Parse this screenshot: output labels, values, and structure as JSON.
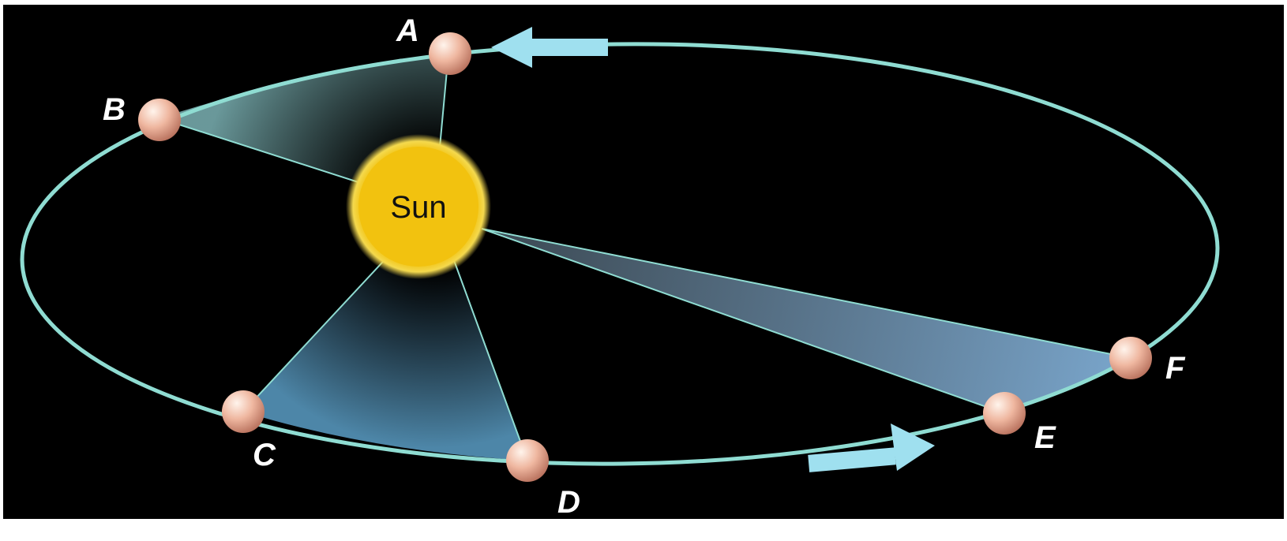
{
  "diagram": {
    "sun": {
      "label": "Sun"
    },
    "planet_positions": [
      {
        "id": "A",
        "label": "A"
      },
      {
        "id": "B",
        "label": "B"
      },
      {
        "id": "C",
        "label": "C"
      },
      {
        "id": "D",
        "label": "D"
      },
      {
        "id": "E",
        "label": "E"
      },
      {
        "id": "F",
        "label": "F"
      }
    ],
    "colors": {
      "background": "#000000",
      "orbit": "#8fdcd2",
      "arrow": "#9fe0ef",
      "sun": "#f2c20f",
      "planet": "#e6a088",
      "sector_ab": "#6fa0a2",
      "sector_cd": "#4d86a8",
      "sector_ef": "#7aa6cc"
    }
  }
}
